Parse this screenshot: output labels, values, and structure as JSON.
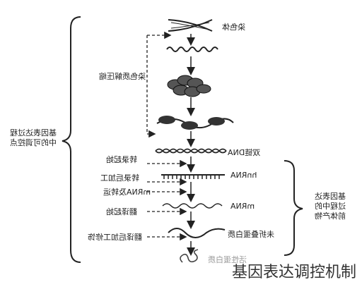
{
  "diagram": {
    "left_side_label": [
      "基因表达过程",
      "中的可调控点"
    ],
    "right_side_label": [
      "基因表达",
      "过程中的",
      "前体产物"
    ],
    "stages": {
      "chromosome": "染色体",
      "chromatin_decondensation": "染色质解压缩",
      "double_strand_dna": "双链DNA",
      "hnrna": "hnRNA",
      "mrna": "mRNA",
      "unfolded_protein": "未折叠蛋白质"
    },
    "control_points": {
      "transcription_start": "转录起始",
      "post_transcriptional_processing": "转录后加工",
      "mrna_transport": "mRNA及转运",
      "translation_start": "翻译起始",
      "post_translational_modification": "翻译后加工修饰"
    },
    "final_product": "活性蛋白质",
    "caption": "基因表达调控机制"
  }
}
